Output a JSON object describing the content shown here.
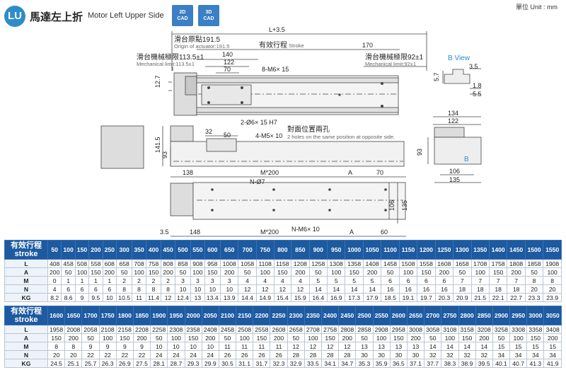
{
  "header": {
    "badge": "LU",
    "title_cn": "馬達左上折",
    "title_en": "Motor Left Upper Side",
    "cad2d": [
      "2D",
      "CAD"
    ],
    "cad3d": [
      "3D",
      "CAD"
    ],
    "unit": "單位 Unit : mm"
  },
  "drawing": {
    "top": {
      "l_plus": "L+3.5",
      "origin_cn": "滑台原點191.5",
      "origin_en": "Origin of actuator:191.5",
      "stroke_cn": "有效行程",
      "stroke_en": "Stroke",
      "mech_left_cn": "滑台機械極限113.5±1",
      "mech_left_en": "Mechanical limit:113.5±1",
      "mech_right_cn": "滑台機械極限92±1",
      "mech_right_en": "Mechanical limit:92±1",
      "d140": "140",
      "d122": "122",
      "d70": "70",
      "d170": "170",
      "d127": "12.7",
      "m6": "8-M6× 15",
      "hole": "2-Ø6× 15 H7"
    },
    "bview": {
      "label": "B View",
      "d35": "3.5",
      "d57": "5.7",
      "d18": "1.8",
      "d55": "5.5"
    },
    "end": {
      "d134": "134",
      "d122": "122",
      "d93": "93",
      "d106": "106",
      "d135": "135",
      "b": "B"
    },
    "side": {
      "d1415": "141.5",
      "d93": "93",
      "d32": "32",
      "d50": "50",
      "m5": "4-M5× 10",
      "opp_cn": "對面位置兩孔",
      "opp_en": "2 holes on the same position at opposite side."
    },
    "bottom": {
      "d138": "138",
      "m200": "M*200",
      "a": "A",
      "d70": "70",
      "n07": "N-Ø7",
      "d106": "106",
      "d135": "135",
      "d35": "3.5",
      "d148": "148",
      "m200b": "M*200",
      "nm6": "N-M6× 10",
      "a2": "A",
      "d60": "60"
    }
  },
  "table1": {
    "head_cn": "有效行程",
    "head_en": "stroke",
    "strokes": [
      "50",
      "100",
      "150",
      "200",
      "250",
      "300",
      "350",
      "400",
      "450",
      "500",
      "550",
      "600",
      "650",
      "700",
      "750",
      "800",
      "850",
      "900",
      "950",
      "1000",
      "1050",
      "1100",
      "1150",
      "1200",
      "1250",
      "1300",
      "1350",
      "1400",
      "1450",
      "1500",
      "1550"
    ],
    "rows": [
      {
        "label": "L",
        "values": [
          "408",
          "458",
          "508",
          "558",
          "608",
          "658",
          "708",
          "758",
          "808",
          "858",
          "908",
          "958",
          "1008",
          "1058",
          "1108",
          "1158",
          "1208",
          "1258",
          "1308",
          "1358",
          "1408",
          "1458",
          "1508",
          "1558",
          "1608",
          "1658",
          "1708",
          "1758",
          "1808",
          "1858",
          "1908"
        ]
      },
      {
        "label": "A",
        "values": [
          "200",
          "50",
          "100",
          "150",
          "200",
          "50",
          "100",
          "150",
          "200",
          "50",
          "100",
          "150",
          "200",
          "50",
          "100",
          "150",
          "200",
          "50",
          "100",
          "150",
          "200",
          "50",
          "100",
          "150",
          "200",
          "50",
          "100",
          "150",
          "200",
          "50",
          "100"
        ]
      },
      {
        "label": "M",
        "values": [
          "0",
          "1",
          "1",
          "1",
          "1",
          "2",
          "2",
          "2",
          "2",
          "3",
          "3",
          "3",
          "3",
          "4",
          "4",
          "4",
          "4",
          "5",
          "5",
          "5",
          "5",
          "6",
          "6",
          "6",
          "6",
          "7",
          "7",
          "7",
          "7",
          "8",
          "8"
        ]
      },
      {
        "label": "N",
        "values": [
          "4",
          "6",
          "6",
          "6",
          "6",
          "8",
          "8",
          "8",
          "8",
          "10",
          "10",
          "10",
          "10",
          "12",
          "12",
          "12",
          "12",
          "14",
          "14",
          "14",
          "14",
          "16",
          "16",
          "16",
          "16",
          "18",
          "18",
          "18",
          "18",
          "20",
          "20"
        ]
      },
      {
        "label": "KG",
        "values": [
          "8.2",
          "8.6",
          "9",
          "9.5",
          "10",
          "10.5",
          "11",
          "11.4",
          "12",
          "12.4",
          "13",
          "13.4",
          "13.9",
          "14.4",
          "14.9",
          "15.4",
          "15.9",
          "16.4",
          "16.9",
          "17.3",
          "17.9",
          "18.5",
          "19.1",
          "19.7",
          "20.3",
          "20.9",
          "21.5",
          "22.1",
          "22.7",
          "23.3",
          "23.9"
        ]
      }
    ]
  },
  "table2": {
    "head_cn": "有效行程",
    "head_en": "stroke",
    "strokes": [
      "1600",
      "1650",
      "1700",
      "1750",
      "1800",
      "1850",
      "1900",
      "1950",
      "2000",
      "2050",
      "2100",
      "2150",
      "2200",
      "2250",
      "2300",
      "2350",
      "2400",
      "2450",
      "2500",
      "2550",
      "2600",
      "2650",
      "2700",
      "2750",
      "2800",
      "2850",
      "2900",
      "2950",
      "3000",
      "3050"
    ],
    "rows": [
      {
        "label": "L",
        "values": [
          "1958",
          "2008",
          "2058",
          "2108",
          "2158",
          "2208",
          "2258",
          "2308",
          "2358",
          "2408",
          "2458",
          "2508",
          "2558",
          "2608",
          "2658",
          "2708",
          "2758",
          "2808",
          "2858",
          "2908",
          "2958",
          "3008",
          "3058",
          "3108",
          "3158",
          "3208",
          "3258",
          "3308",
          "3358",
          "3408"
        ]
      },
      {
        "label": "A",
        "values": [
          "150",
          "200",
          "50",
          "100",
          "150",
          "200",
          "50",
          "100",
          "150",
          "200",
          "50",
          "100",
          "150",
          "200",
          "50",
          "100",
          "150",
          "200",
          "50",
          "100",
          "150",
          "200",
          "50",
          "100",
          "150",
          "200",
          "50",
          "100",
          "150",
          "200"
        ]
      },
      {
        "label": "M",
        "values": [
          "8",
          "8",
          "9",
          "9",
          "9",
          "9",
          "10",
          "10",
          "10",
          "10",
          "11",
          "11",
          "11",
          "11",
          "12",
          "12",
          "12",
          "12",
          "13",
          "13",
          "13",
          "13",
          "14",
          "14",
          "14",
          "14",
          "15",
          "15",
          "15",
          "15"
        ]
      },
      {
        "label": "N",
        "values": [
          "20",
          "20",
          "22",
          "22",
          "22",
          "22",
          "24",
          "24",
          "24",
          "24",
          "26",
          "26",
          "26",
          "26",
          "28",
          "28",
          "28",
          "28",
          "30",
          "30",
          "30",
          "30",
          "32",
          "32",
          "32",
          "32",
          "34",
          "34",
          "34",
          "34"
        ]
      },
      {
        "label": "KG",
        "values": [
          "24.5",
          "25.1",
          "25.7",
          "26.3",
          "26.9",
          "27.5",
          "28.1",
          "28.7",
          "29.3",
          "29.9",
          "30.5",
          "31.1",
          "31.7",
          "32.3",
          "32.9",
          "33.5",
          "34.1",
          "34.7",
          "35.3",
          "35.9",
          "36.5",
          "37.1",
          "37.7",
          "38.3",
          "38.9",
          "39.5",
          "40.1",
          "40.7",
          "41.3",
          "41.9"
        ]
      }
    ]
  }
}
